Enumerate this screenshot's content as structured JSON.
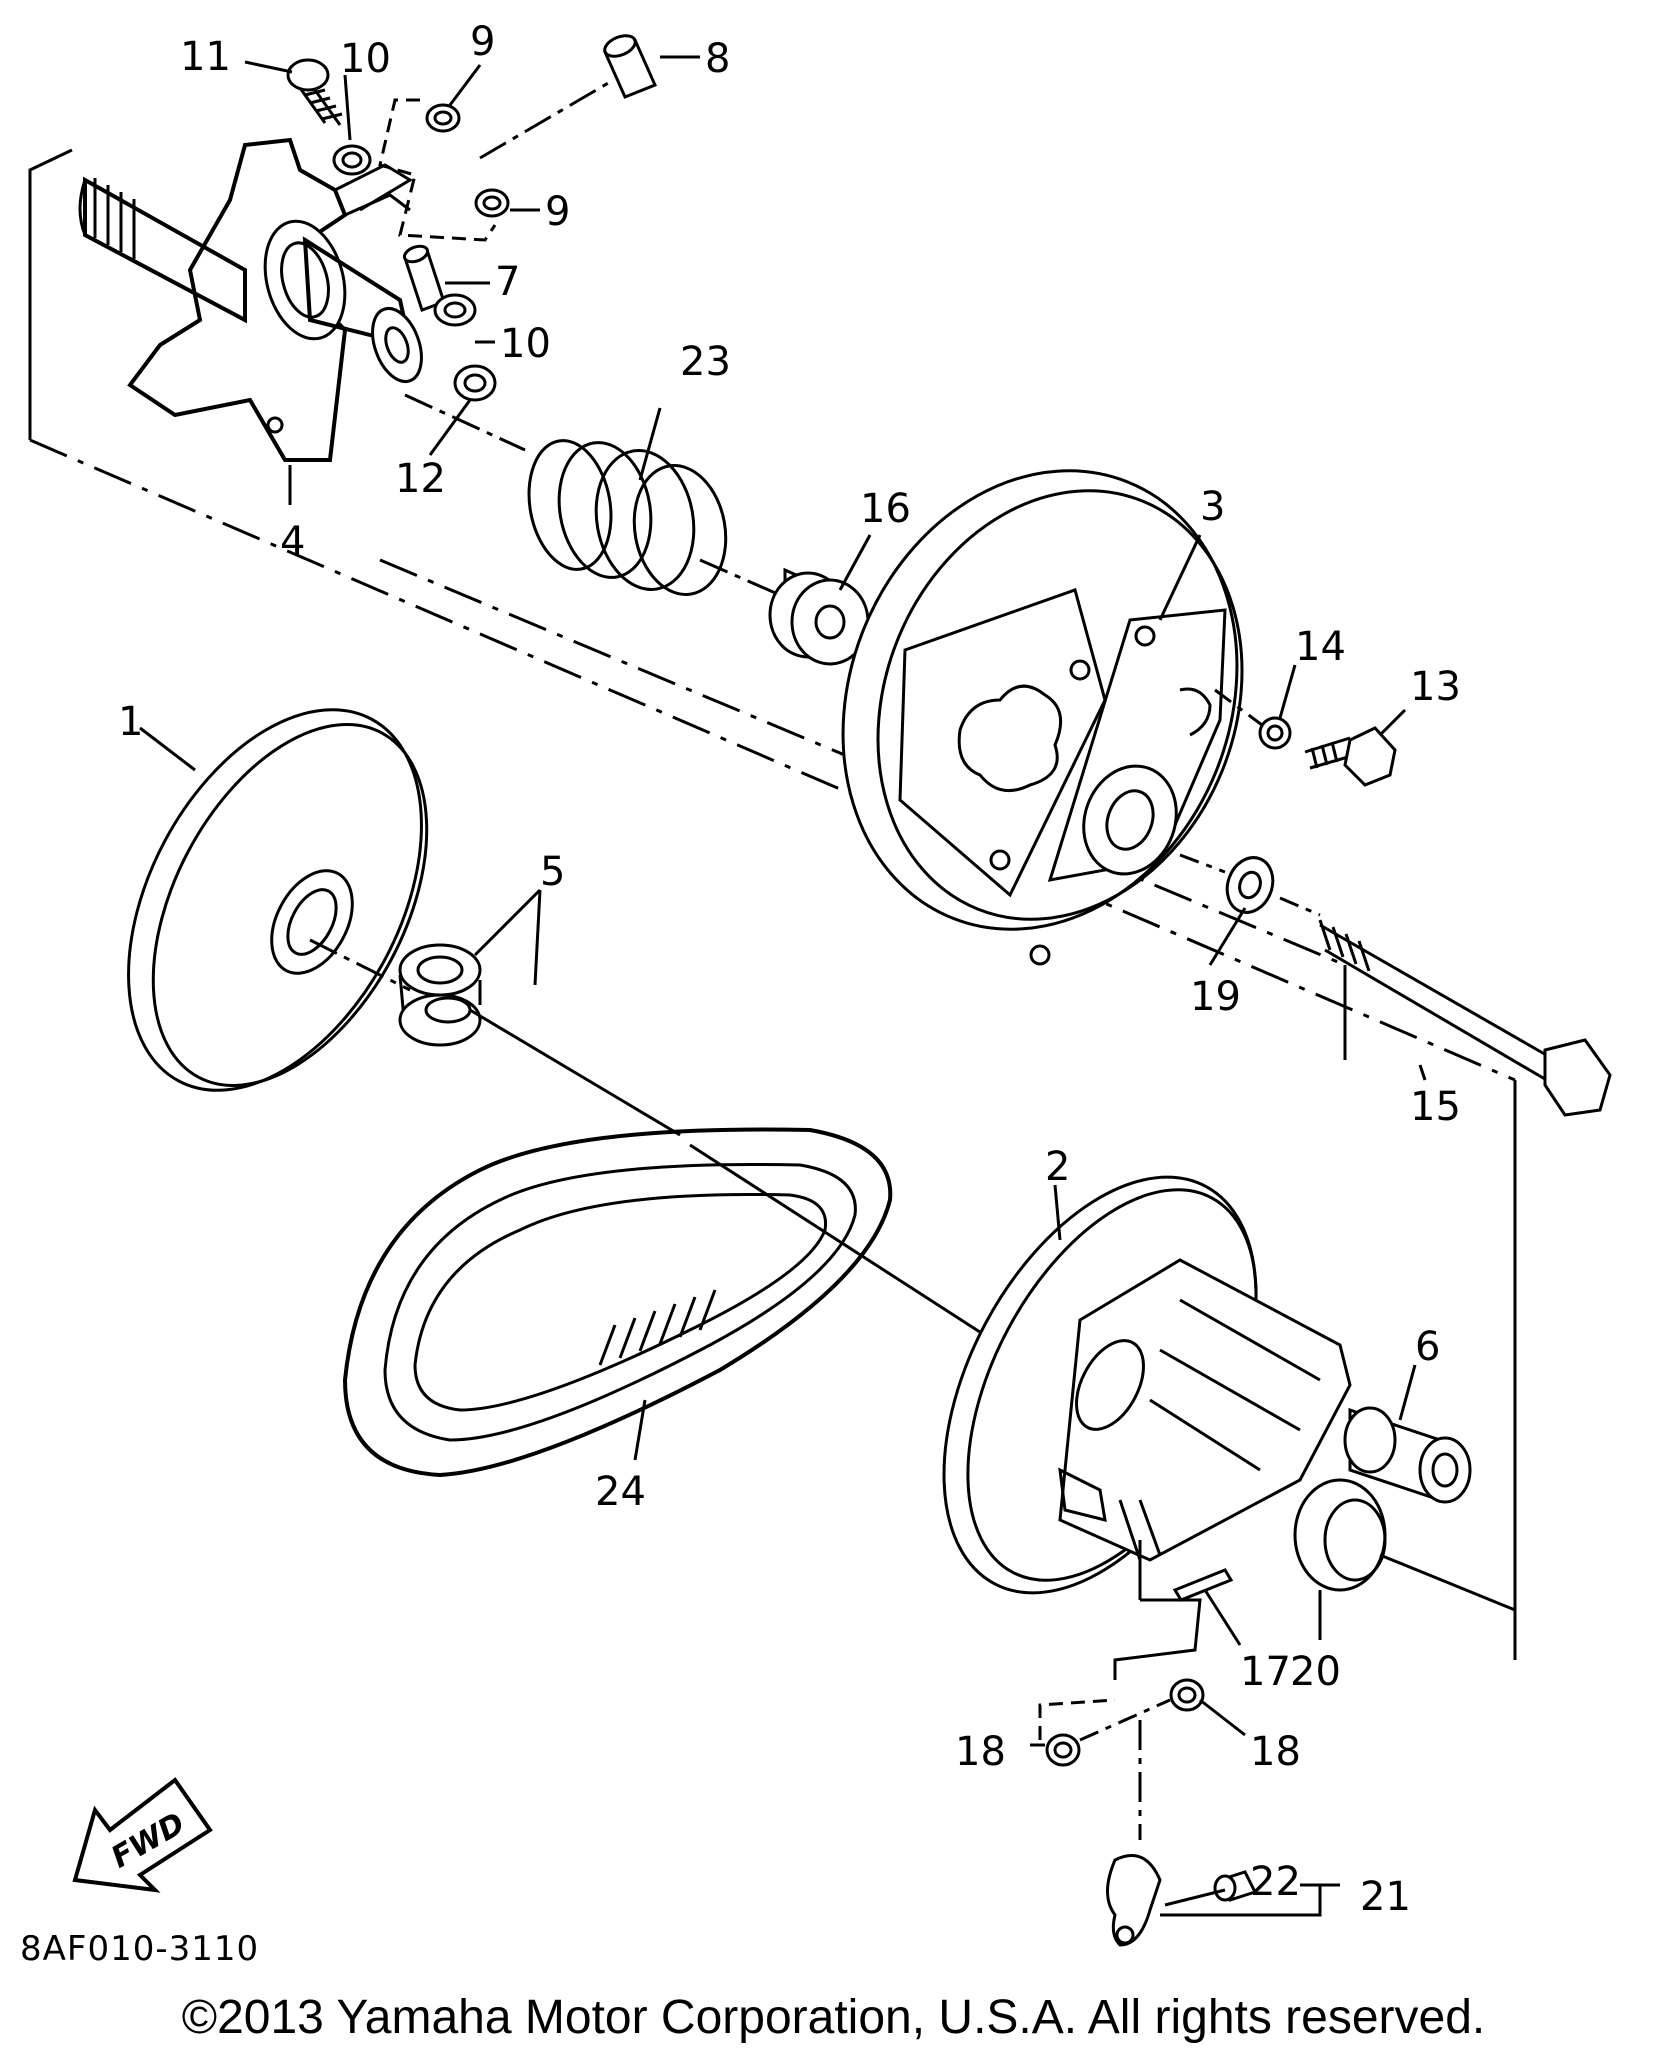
{
  "diagram": {
    "part_labels": [
      {
        "id": "p1",
        "text": "1"
      },
      {
        "id": "p2",
        "text": "2"
      },
      {
        "id": "p3",
        "text": "3"
      },
      {
        "id": "p4",
        "text": "4"
      },
      {
        "id": "p5",
        "text": "5"
      },
      {
        "id": "p6",
        "text": "6"
      },
      {
        "id": "p7",
        "text": "7"
      },
      {
        "id": "p8",
        "text": "8"
      },
      {
        "id": "p9a",
        "text": "9"
      },
      {
        "id": "p9b",
        "text": "9"
      },
      {
        "id": "p10a",
        "text": "10"
      },
      {
        "id": "p10b",
        "text": "10"
      },
      {
        "id": "p11",
        "text": "11"
      },
      {
        "id": "p12",
        "text": "12"
      },
      {
        "id": "p13",
        "text": "13"
      },
      {
        "id": "p14",
        "text": "14"
      },
      {
        "id": "p15",
        "text": "15"
      },
      {
        "id": "p16",
        "text": "16"
      },
      {
        "id": "p17",
        "text": "17"
      },
      {
        "id": "p18a",
        "text": "18"
      },
      {
        "id": "p18b",
        "text": "18"
      },
      {
        "id": "p19",
        "text": "19"
      },
      {
        "id": "p20",
        "text": "20"
      },
      {
        "id": "p21",
        "text": "21"
      },
      {
        "id": "p22",
        "text": "22"
      },
      {
        "id": "p23",
        "text": "23"
      },
      {
        "id": "p24",
        "text": "24"
      }
    ],
    "fwd_label": "FWD",
    "diagram_code": "8AF010-3110"
  },
  "footer": {
    "copyright": "©2013 Yamaha Motor Corporation, U.S.A. All rights reserved."
  }
}
